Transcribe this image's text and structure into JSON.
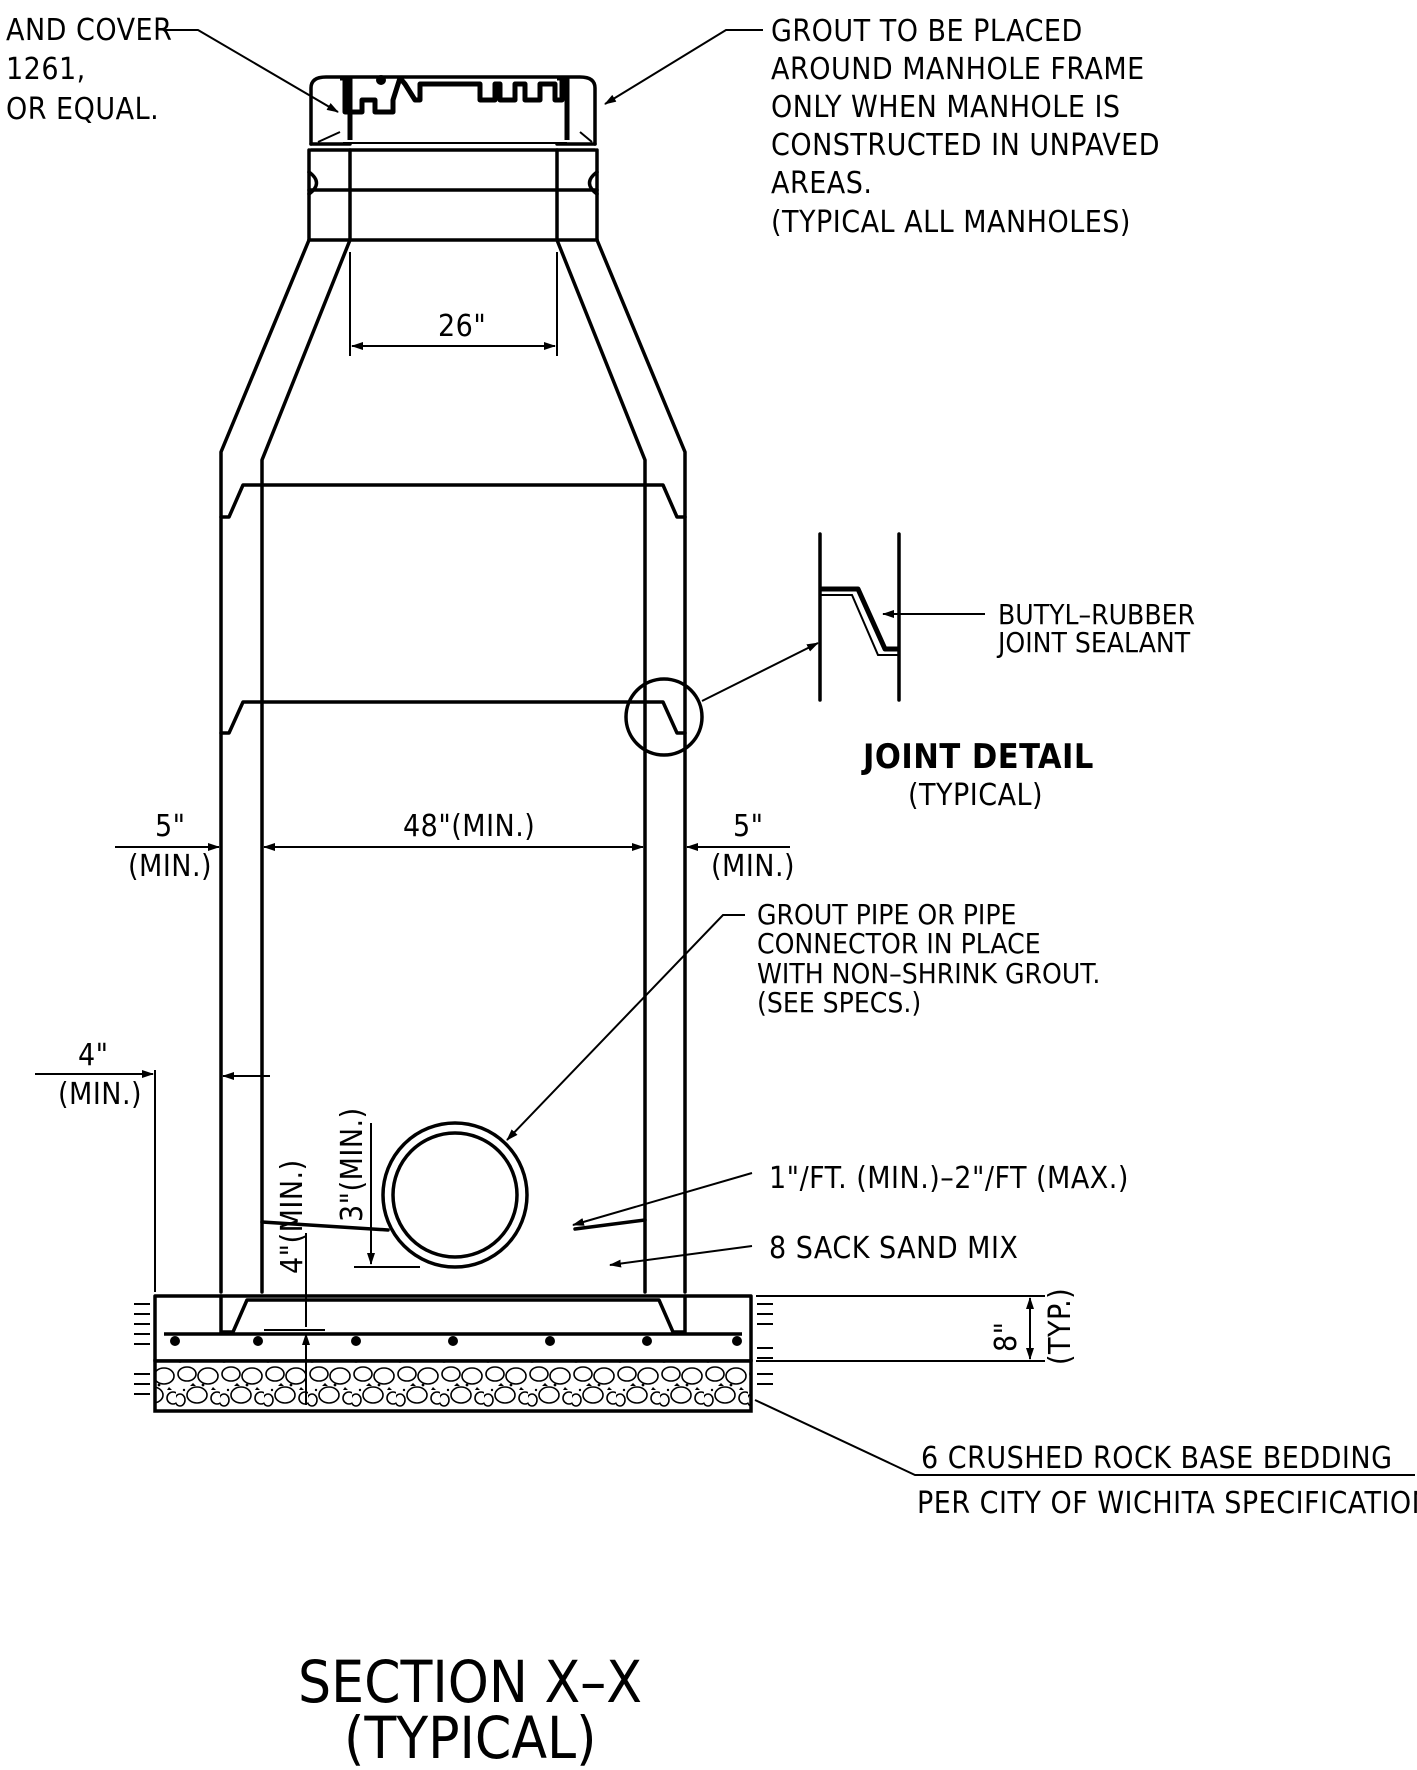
{
  "labels": {
    "frame_cover": [
      "AND  COVER",
      "1261,",
      " OR  EQUAL."
    ],
    "grout_frame": [
      "GROUT  TO  BE  PLACED",
      "AROUND  MANHOLE  FRAME",
      "ONLY  WHEN  MANHOLE  IS",
      "CONSTRUCTED  IN  UNPAVED",
      "AREAS.",
      "(TYPICAL  ALL  MANHOLES)"
    ],
    "opening_dim": "26\"",
    "sealant": [
      "BUTYL–RUBBER",
      "JOINT  SEALANT"
    ],
    "joint_title": "JOINT  DETAIL",
    "joint_sub": "(TYPICAL)",
    "wall_left_dim": "5\"",
    "wall_left_min": "(MIN.)",
    "inside_dim": "48\"(MIN.)",
    "wall_right_dim": "5\"",
    "wall_right_min": "(MIN.)",
    "grout_pipe": [
      "GROUT  PIPE  OR  PIPE",
      "CONNECTOR  IN  PLACE",
      "WITH  NON–SHRINK  GROUT.",
      "(SEE  SPECS.)"
    ],
    "base_ext_dim": "4\"",
    "base_ext_min": "(MIN.)",
    "pipe_clear_dim": "3\"(MIN.)",
    "bench_dim": "4\"(MIN.)",
    "slope": "1\"/FT.  (MIN.)–2\"/FT  (MAX.)",
    "sand_mix": "8  SACK  SAND  MIX",
    "base_dim": "8\"",
    "base_typ": "(TYP.)",
    "bedding": [
      "6  CRUSHED  ROCK  BASE  BEDDING",
      "PER  CITY  OF  WICHITA  SPECIFICATIONS"
    ],
    "section_title": "SECTION  X–X",
    "section_sub": "(TYPICAL)"
  }
}
